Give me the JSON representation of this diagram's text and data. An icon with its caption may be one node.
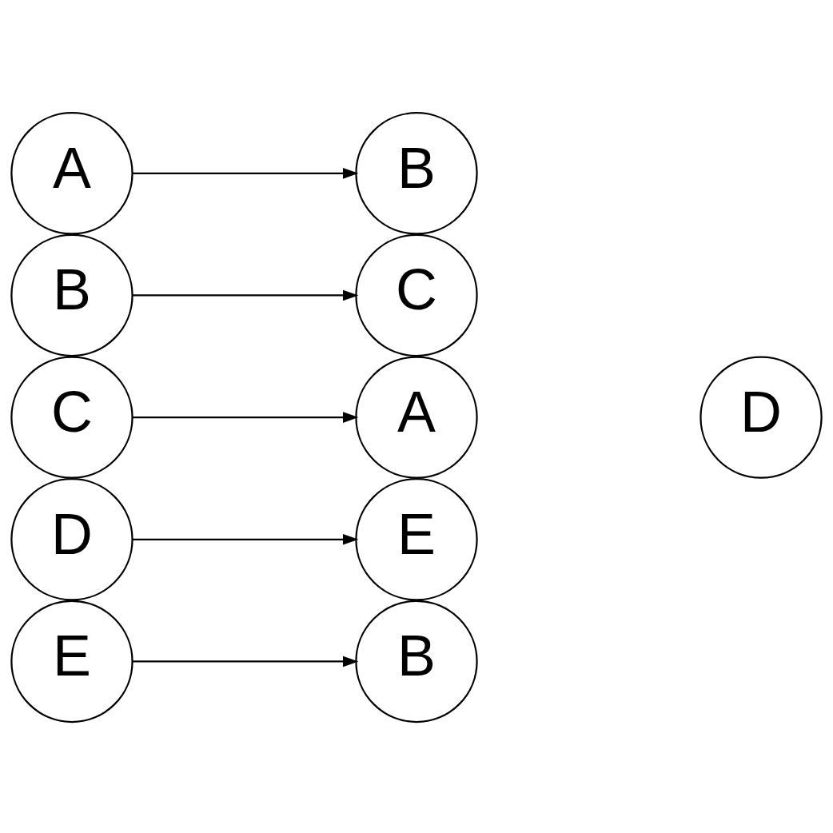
{
  "diagram": {
    "nodes": [
      {
        "text": [
          "A"
        ]
      },
      {
        "text": [
          "B"
        ]
      },
      {
        "text": [
          "B"
        ]
      },
      {
        "text": [
          "C"
        ]
      },
      {
        "text": [
          "C"
        ]
      },
      {
        "text": [
          "A"
        ]
      },
      {
        "text": [
          "D"
        ]
      },
      {
        "text": [
          "D"
        ]
      },
      {
        "text": [
          "E"
        ]
      },
      {
        "text": [
          "E"
        ]
      },
      {
        "text": [
          "B"
        ]
      }
    ],
    "edges": [
      {
        "from": 0,
        "to": 1,
        "arrow": "to"
      },
      {
        "from": 2,
        "to": 3,
        "arrow": "to"
      },
      {
        "from": 4,
        "to": 5,
        "arrow": "to"
      },
      {
        "from": 7,
        "to": 8,
        "arrow": "to"
      },
      {
        "from": 9,
        "to": 10,
        "arrow": "to"
      }
    ]
  }
}
